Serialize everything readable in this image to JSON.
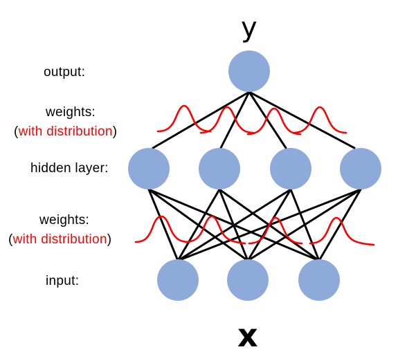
{
  "variables": {
    "output_symbol": "y",
    "input_symbol": "x"
  },
  "labels": {
    "output": "output:",
    "weights_top": "weights:",
    "hidden": "hidden layer:",
    "weights_bottom": "weights:",
    "input": "input:",
    "paren_open": "(",
    "paren_close": ")",
    "with_distribution": "with distribution"
  },
  "colors": {
    "node_fill": "#8eaadb",
    "edge": "#000000",
    "distribution_curve": "#ff0000",
    "text": "#000000",
    "highlight_text": "#ff0000"
  },
  "network": {
    "layers": [
      {
        "name": "input",
        "nodes": 3
      },
      {
        "name": "hidden",
        "nodes": 4
      },
      {
        "name": "output",
        "nodes": 1
      }
    ],
    "fully_connected": true
  }
}
